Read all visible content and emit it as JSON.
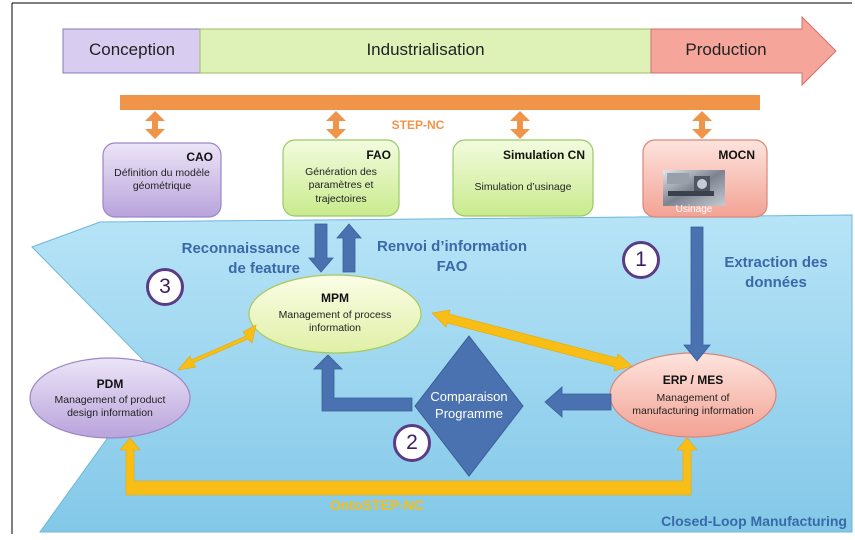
{
  "timeline": {
    "phases": [
      "Conception",
      "Industrialisation",
      "Production"
    ]
  },
  "step_nc_bar": {
    "label": "STEP-NC"
  },
  "systems": {
    "cao": {
      "title": "CAO",
      "text": "Définition du modèle géométrique"
    },
    "fao": {
      "title": "FAO",
      "text": "Génération des paramètres et trajectoires"
    },
    "sim": {
      "title": "Simulation CN",
      "text": "Simulation d’usinage"
    },
    "mocn": {
      "title": "MOCN",
      "text": "Usinage"
    }
  },
  "loop": {
    "mpm": {
      "title": "MPM",
      "text": "Management of process information"
    },
    "pdm": {
      "title": "PDM",
      "text": "Management of product design information"
    },
    "erp": {
      "title": "ERP / MES",
      "text": "Management of manufacturing information"
    },
    "comparaison": "Comparaison Programme",
    "reconnaissance": "Reconnaissance de feature",
    "renvoi": "Renvoi d’information FAO",
    "extraction": "Extraction des données",
    "ontostep": "OntoSTEP-NC",
    "closed_loop": "Closed-Loop Manufacturing",
    "numbers": [
      "1",
      "2",
      "3"
    ]
  },
  "colors": {
    "orange": "#f0944a",
    "yellow": "#f9be16",
    "blue_arrow": "#4a72b0",
    "loop_bg": "#9fd6ef"
  }
}
